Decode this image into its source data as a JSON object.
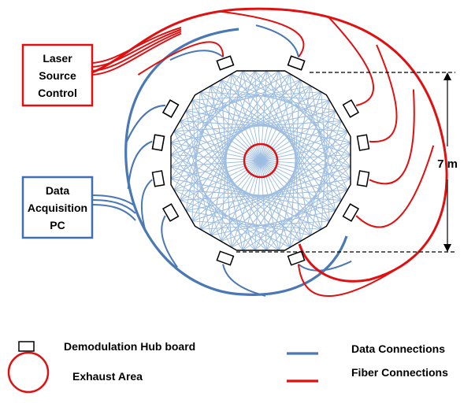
{
  "boxes": {
    "laser": {
      "lines": [
        "Laser",
        "Source",
        "Control"
      ],
      "border_color": "#e01010"
    },
    "daq": {
      "lines": [
        "Data",
        "Acquisition",
        "PC"
      ],
      "border_color": "#3f6fb0"
    }
  },
  "dimension": {
    "label": "7 m"
  },
  "legend": {
    "hub_label": "Demodulation Hub board",
    "exhaust_label": "Exhaust Area",
    "data_label": "Data Connections",
    "fiber_label": "Fiber Connections"
  },
  "colors": {
    "data_blue": "#4a78b5",
    "fiber_red": "#e01010",
    "beam_blue": "#9cbce0",
    "outline": "#000000"
  }
}
